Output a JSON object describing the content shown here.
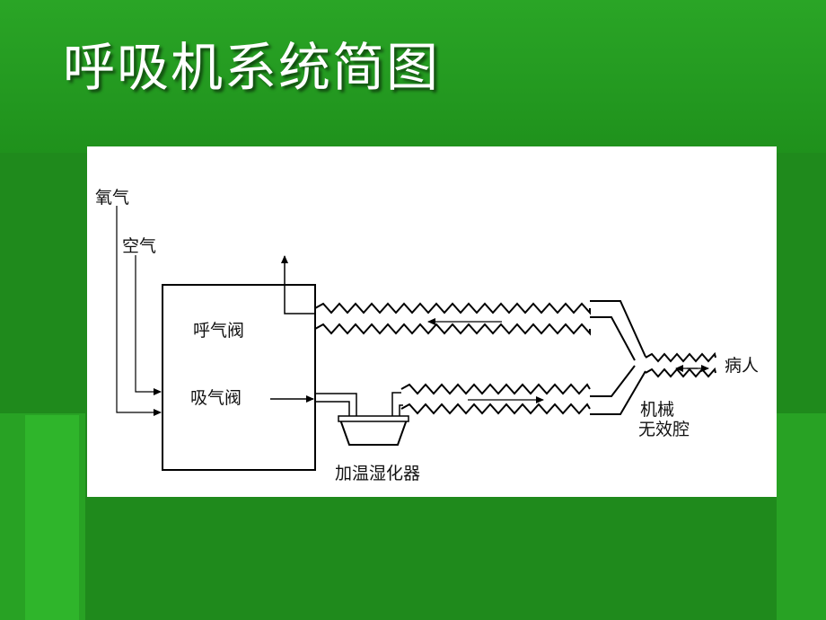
{
  "slide": {
    "title": "呼吸机系统简图",
    "background_color": "#1f8a1c",
    "panel_color": "#ffffff"
  },
  "diagram": {
    "labels": {
      "oxygen": "氧气",
      "air": "空气",
      "exhale_valve": "呼气阀",
      "inhale_valve": "吸气阀",
      "patient": "病人",
      "dead_space_line1": "机械",
      "dead_space_line2": "无效腔",
      "humidifier": "加温湿化器"
    },
    "line_color": "#000000"
  }
}
